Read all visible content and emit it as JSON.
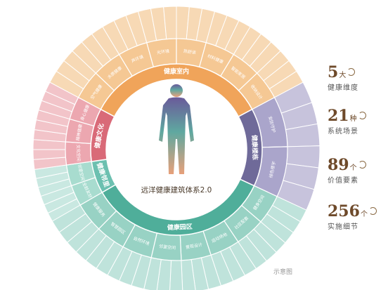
{
  "center_title": "远洋健康建筑体系2.0",
  "caption": "示意图",
  "dimensions": [
    {
      "name": "健康室内",
      "color": "#f0a45a",
      "items": [
        "空气健康",
        "水质健康",
        "声环境",
        "光环境",
        "热舒适",
        "材料健康",
        "智能家居",
        "收纳设计"
      ]
    },
    {
      "name": "健康楼栋",
      "color": "#6f6a99",
      "items": [
        "安防守护",
        "绿色楼宇"
      ]
    },
    {
      "name": "健康园区",
      "color": "#4fae9a",
      "items": [
        "健身空间",
        "社区配套",
        "运动场地",
        "景观设计",
        "邻里空间",
        "自然环境",
        "智慧园区",
        "健康服务"
      ]
    },
    {
      "name": "健康邻里",
      "color": "#6cc0b0",
      "items": [
        "全龄友好",
        "邻里空间"
      ]
    },
    {
      "name": "健康文化",
      "color": "#d96a78",
      "items": [
        "文化空间",
        "精神健康",
        "身心健康"
      ]
    }
  ],
  "stats": [
    {
      "num": "5",
      "unit": "大",
      "desc": "健康维度"
    },
    {
      "num": "21",
      "unit": "种",
      "desc": "系统场景"
    },
    {
      "num": "89",
      "unit": "个",
      "desc": "价值要素"
    },
    {
      "num": "256",
      "unit": "个",
      "desc": "实施细节"
    }
  ]
}
